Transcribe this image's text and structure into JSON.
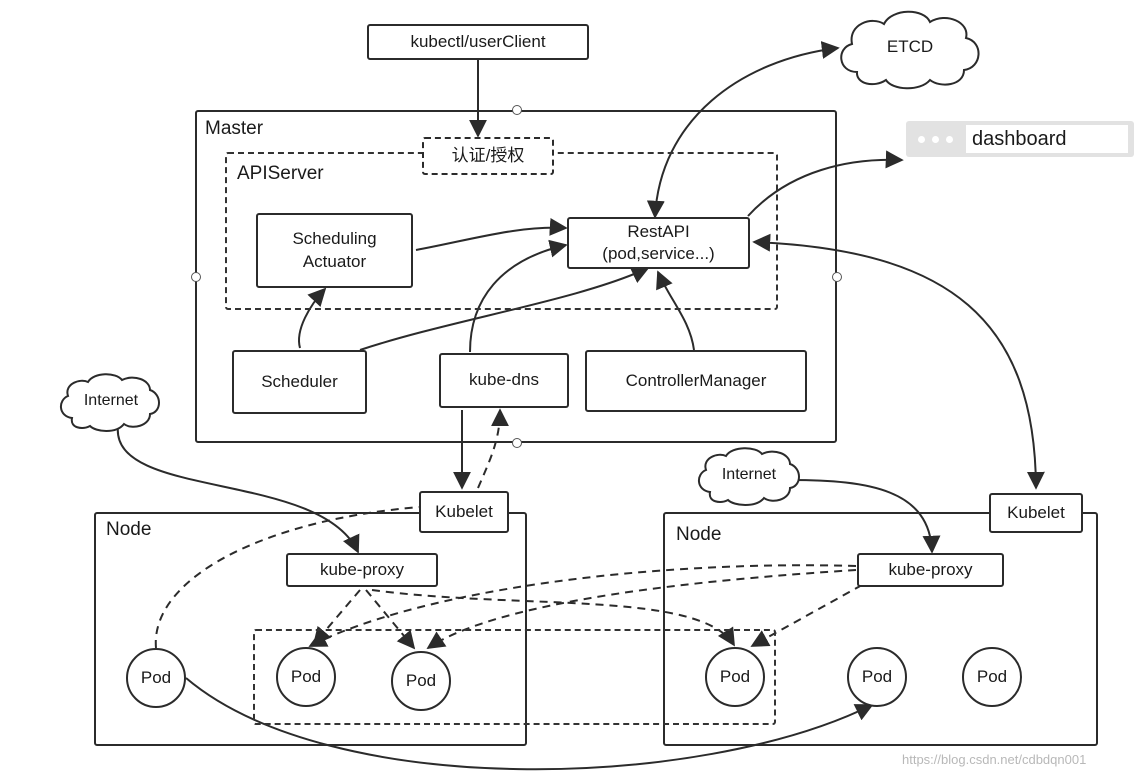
{
  "client": {
    "label": "kubectl/userClient"
  },
  "etcd": {
    "label": "ETCD"
  },
  "dashboard": {
    "label": "dashboard"
  },
  "master": {
    "title": "Master",
    "auth": "认证/授权",
    "apiserver": "APIServer",
    "scheduling_actuator": [
      "Scheduling",
      "Actuator"
    ],
    "restapi": [
      "RestAPI",
      "(pod,service...)"
    ],
    "scheduler": "Scheduler",
    "kube_dns": "kube-dns",
    "controller_manager": "ControllerManager"
  },
  "internet_left": "Internet",
  "internet_right": "Internet",
  "node_left": {
    "title": "Node",
    "kubelet": "Kubelet",
    "kube_proxy": "kube-proxy"
  },
  "node_right": {
    "title": "Node",
    "kubelet": "Kubelet",
    "kube_proxy": "kube-proxy"
  },
  "pods": [
    "Pod",
    "Pod",
    "Pod",
    "Pod",
    "Pod",
    "Pod"
  ],
  "watermark": "https://blog.csdn.net/cdbdqn001",
  "colors": {
    "line": "#2b2b2b",
    "dashboard_bar": "#e2e2e2"
  }
}
